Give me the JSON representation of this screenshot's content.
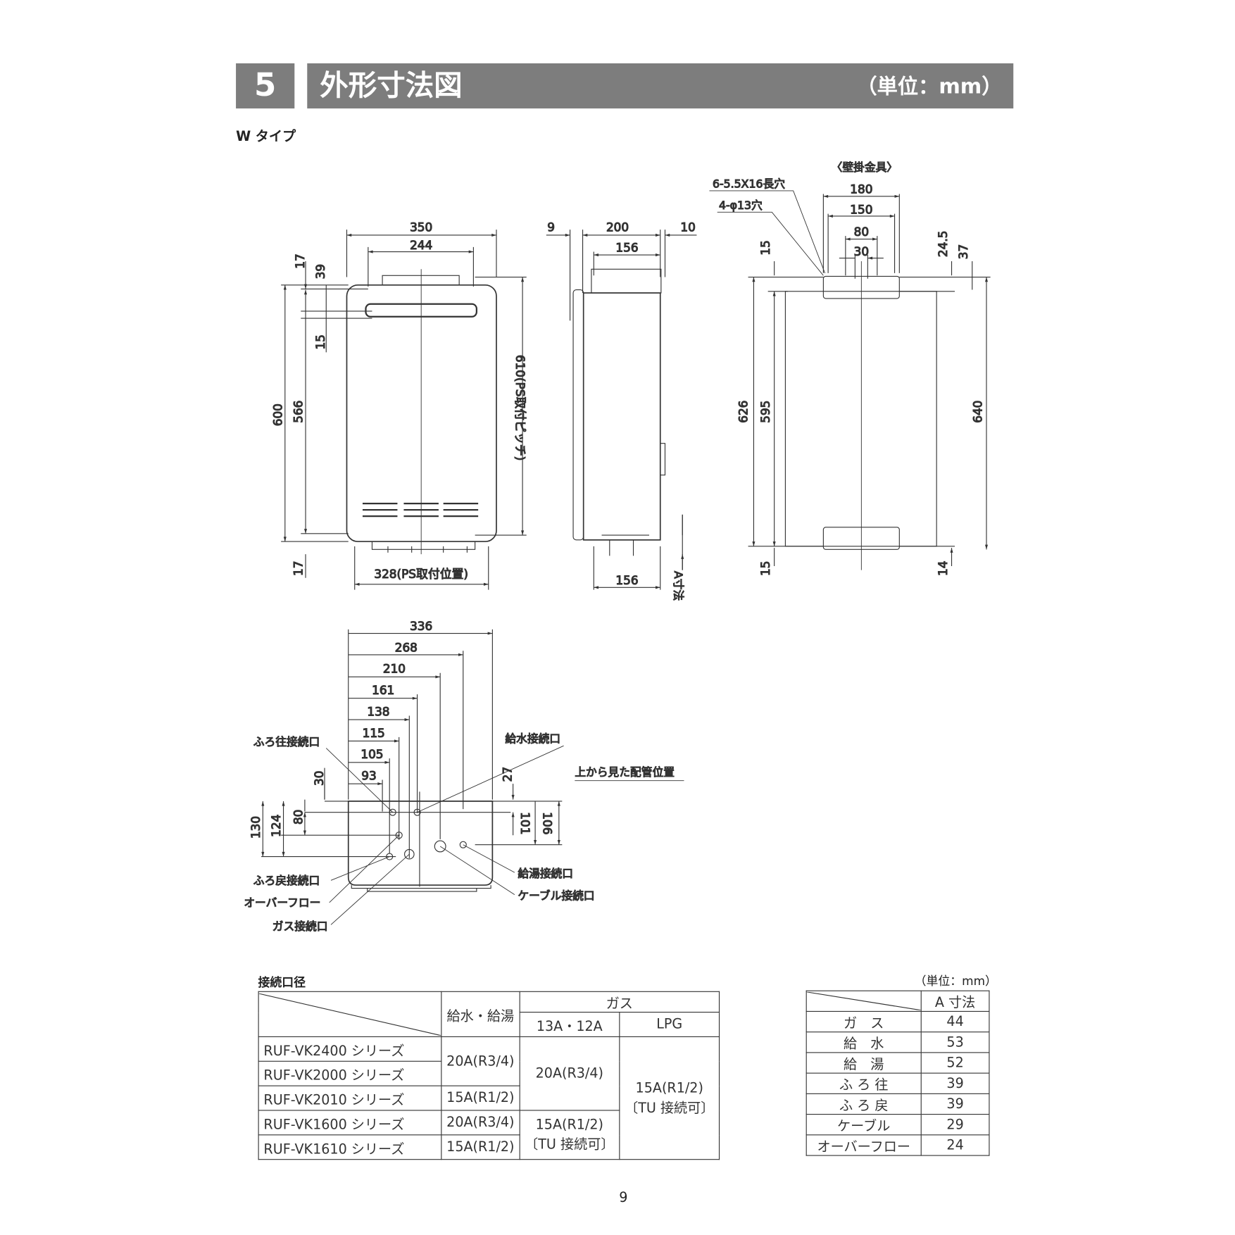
{
  "header": {
    "section_number": "5",
    "title": "外形寸法図",
    "unit": "（単位：mm）"
  },
  "subtitle": "W タイプ",
  "front_view": {
    "width": "350",
    "inner_width": "244",
    "top_offset": "17",
    "top_39": "39",
    "vent_15": "15",
    "height_600": "600",
    "height_566": "566",
    "pitch": "610(PS取付ピッチ)",
    "bottom_offset": "17",
    "ps_position": "328(PS取付位置)"
  },
  "side_view": {
    "left_9": "9",
    "depth": "200",
    "right_10": "10",
    "top_156": "156",
    "bottom_156": "156",
    "a_dim": "A寸法"
  },
  "bracket_view": {
    "title": "〈壁掛金具〉",
    "slot_label": "6-5.5X16長穴",
    "hole_label": "4-φ13穴",
    "w180": "180",
    "w150": "150",
    "w80": "80",
    "w30": "30",
    "top_15": "15",
    "top_24_5": "24.5",
    "top_37": "37",
    "h626": "626",
    "h595": "595",
    "h640": "640",
    "bottom_15": "15",
    "bottom_14": "14"
  },
  "top_view": {
    "title": "上から見た配管位置",
    "w336": "336",
    "w268": "268",
    "w210": "210",
    "w161": "161",
    "w138": "138",
    "w115": "115",
    "w105": "105",
    "w93": "93",
    "d30": "30",
    "d27": "27",
    "d130": "130",
    "d124": "124",
    "d80": "80",
    "d101": "101",
    "d106": "106",
    "labels": {
      "bath_out": "ふろ往接続口",
      "water_in": "給水接続口",
      "bath_return": "ふろ戻接続口",
      "overflow": "オーバーフロー",
      "gas": "ガス接続口",
      "hot_water": "給湯接続口",
      "cable": "ケーブル接続口"
    }
  },
  "connection_table": {
    "title": "接続口径",
    "headers": {
      "water": "給水・給湯",
      "gas": "ガス",
      "gas_13a": "13A・12A",
      "gas_lpg": "LPG"
    },
    "rows": [
      {
        "model": "RUF-VK2400 シリーズ"
      },
      {
        "model": "RUF-VK2000 シリーズ"
      },
      {
        "model": "RUF-VK2010 シリーズ"
      },
      {
        "model": "RUF-VK1600 シリーズ"
      },
      {
        "model": "RUF-VK1610 シリーズ"
      }
    ],
    "cells": {
      "water_2400_2000": "20A(R3/4)",
      "water_2010": "15A(R1/2)",
      "water_1600": "20A(R3/4)",
      "water_1610": "15A(R1/2)",
      "gas13_large": "20A(R3/4)",
      "gas13_small": "15A(R1/2)\n〔TU 接続可〕",
      "lpg": "15A(R1/2)\n〔TU 接続可〕"
    }
  },
  "a_table": {
    "unit": "（単位：mm）",
    "header": "A 寸法",
    "rows": [
      {
        "name": "ガ　ス",
        "value": "44"
      },
      {
        "name": "給　水",
        "value": "53"
      },
      {
        "name": "給　湯",
        "value": "52"
      },
      {
        "name": "ふ ろ 往",
        "value": "39"
      },
      {
        "name": "ふ ろ 戻",
        "value": "39"
      },
      {
        "name": "ケーブル",
        "value": "29"
      },
      {
        "name": "オーバーフロー",
        "value": "24"
      }
    ]
  },
  "page_number": "9"
}
